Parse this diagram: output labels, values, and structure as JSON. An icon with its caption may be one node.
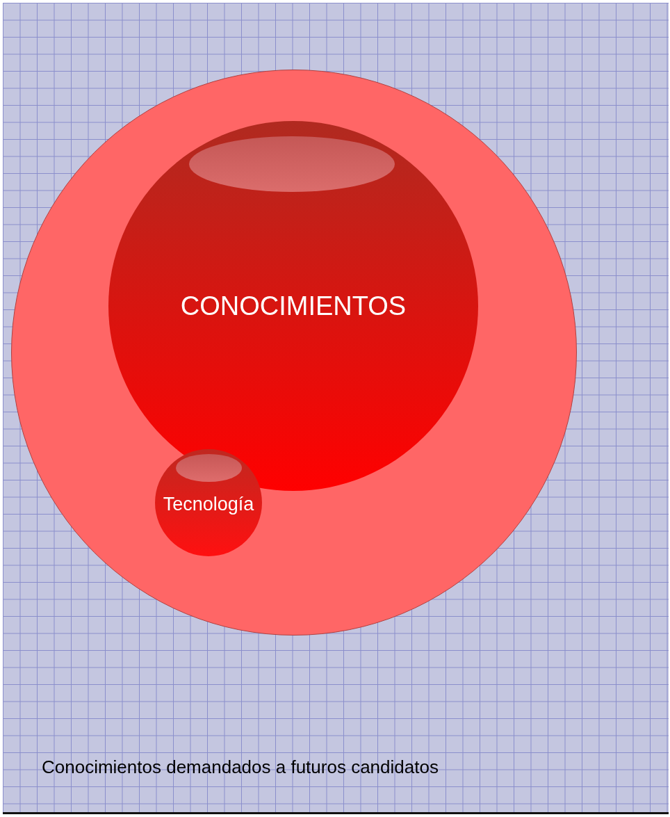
{
  "diagram": {
    "caption": "Conocimientos demandados a futuros candidatos",
    "nodes": [
      {
        "text": [],
        "shape": "circle"
      },
      {
        "text": [
          "CONOCIMIENTOS"
        ],
        "in": 0
      },
      {
        "text": [
          "Tecnología"
        ],
        "in": 0
      }
    ]
  }
}
